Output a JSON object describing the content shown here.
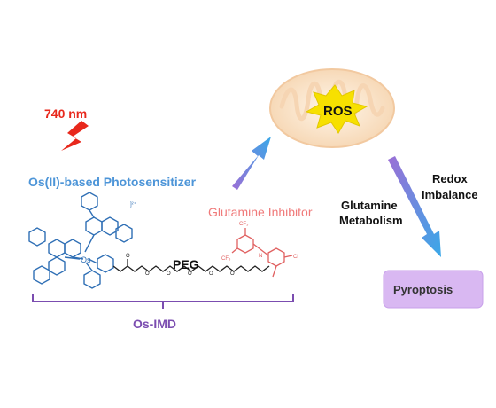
{
  "laser": {
    "wavelength": "740 nm"
  },
  "photosensitizer": {
    "label": "Os(II)-based Photosensitizer"
  },
  "inhibitor": {
    "label": "Glutamine Inhibitor"
  },
  "linker": {
    "label": "PEG"
  },
  "conjugate": {
    "label": "Os-IMD"
  },
  "mitochondrion": {
    "ros_label": "ROS"
  },
  "pathway": {
    "redox_line1": "Redox",
    "redox_line2": "Imbalance",
    "glutamine_line1": "Glutamine",
    "glutamine_line2": "Metabolism"
  },
  "outcome": {
    "label": "Pyroptosis"
  },
  "colors": {
    "laser": "#e8281c",
    "photosensitizer": "#4d95d8",
    "inhibitor": "#f07a7a",
    "conjugate_bracket": "#7b4db0",
    "mitochondrion": "#f6d9b8",
    "ros_burst": "#f7e000",
    "pyroptosis_box": "#d9b8f2"
  }
}
